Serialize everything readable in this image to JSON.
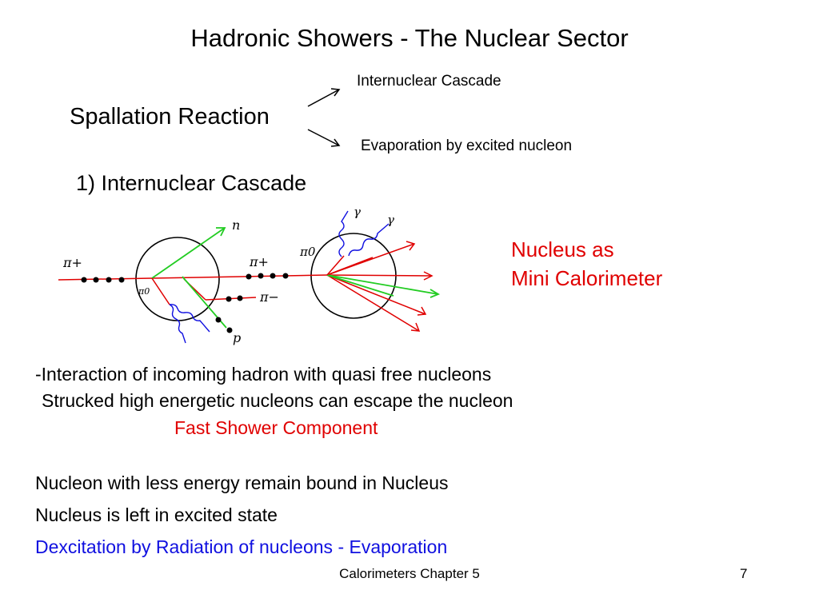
{
  "title": "Hadronic Showers - The Nuclear Sector",
  "spallation": {
    "label": "Spallation Reaction",
    "branch_top": "Internuclear Cascade",
    "branch_bottom": "Evaporation by excited nucleon"
  },
  "section_heading": "1) Internuclear Cascade",
  "diagram": {
    "labels": {
      "pi_plus_in": "π+",
      "n": "n",
      "pi_plus_out": "π+",
      "pi_minus": "π−",
      "pi0_small": "π0",
      "p": "p",
      "pi0_big": "π0",
      "gamma1": "γ",
      "gamma2": "γ"
    },
    "colors": {
      "hadron_track": "#e00000",
      "neutron_track": "#22cc22",
      "photon": "#1010e0",
      "nucleus": "#000000"
    }
  },
  "nucleus_note": {
    "line1": "Nucleus as",
    "line2": "Mini Calorimeter",
    "color": "#e00000"
  },
  "body": {
    "line1": "-Interaction of incoming hadron with quasi free nucleons",
    "line2": "Strucked high energetic nucleons can escape the nucleon",
    "fast_component": "Fast Shower Component",
    "bound": "Nucleon with less energy remain bound in Nucleus",
    "excited": "Nucleus is left in excited state",
    "dexcitation": "Dexcitation by Radiation of nucleons - Evaporation"
  },
  "footer": {
    "text": "Calorimeters Chapter 5",
    "page": "7"
  }
}
